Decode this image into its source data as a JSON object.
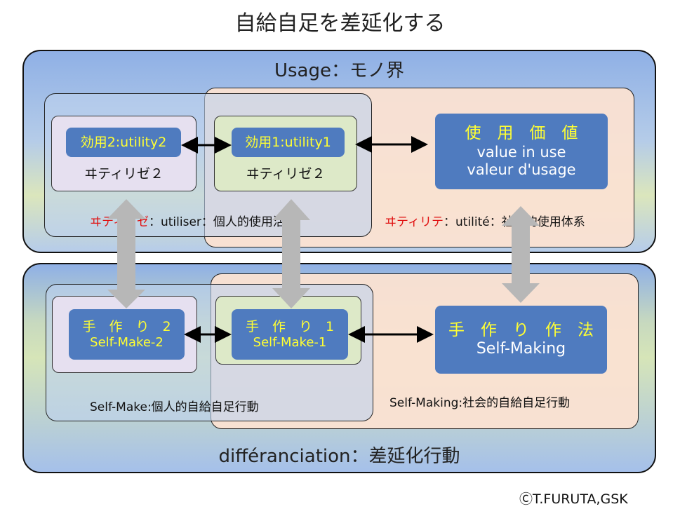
{
  "title": "自給自足を差延化する",
  "top_panel": {
    "label": "Usage：モノ界",
    "left_box": {
      "utility2_label": "効用2:utility2",
      "utility2_sub": "ヰティリゼ２",
      "utility1_label": "効用1:utility1",
      "utility1_sub": "ヰティリゼ２",
      "caption_red": "ヰティリゼ",
      "caption_rest": "：utiliser：個人的使用活動"
    },
    "right_box": {
      "value_line1": "使　用　価　値",
      "value_line2": "value in use",
      "value_line3": "valeur d'usage",
      "caption_red": "ヰティリテ",
      "caption_rest": "：utilité：社会的使用体系"
    }
  },
  "bottom_panel": {
    "label": "différanciation：差延化行動",
    "left_box": {
      "make2_line1": "手　作　り　2",
      "make2_line2": "Self-Make-2",
      "make1_line1": "手　作　り　1",
      "make1_line2": "Self-Make-1",
      "caption": "Self-Make:個人的自給自足行動"
    },
    "right_box": {
      "making_line1": "手　作　り　作　法",
      "making_line2": "Self-Making",
      "caption": "Self-Making:社会的自給自足行動"
    }
  },
  "credit": "ⒸT.FURUTA,GSK",
  "colors": {
    "pill": "#4f7bbf",
    "pill_text": "#ffff33",
    "peach": "#fbe2d2",
    "lavender": "#e6e0f0",
    "green": "#dde9c8",
    "red_text": "#e01010",
    "gray_arrow": "#b7b7b7"
  }
}
